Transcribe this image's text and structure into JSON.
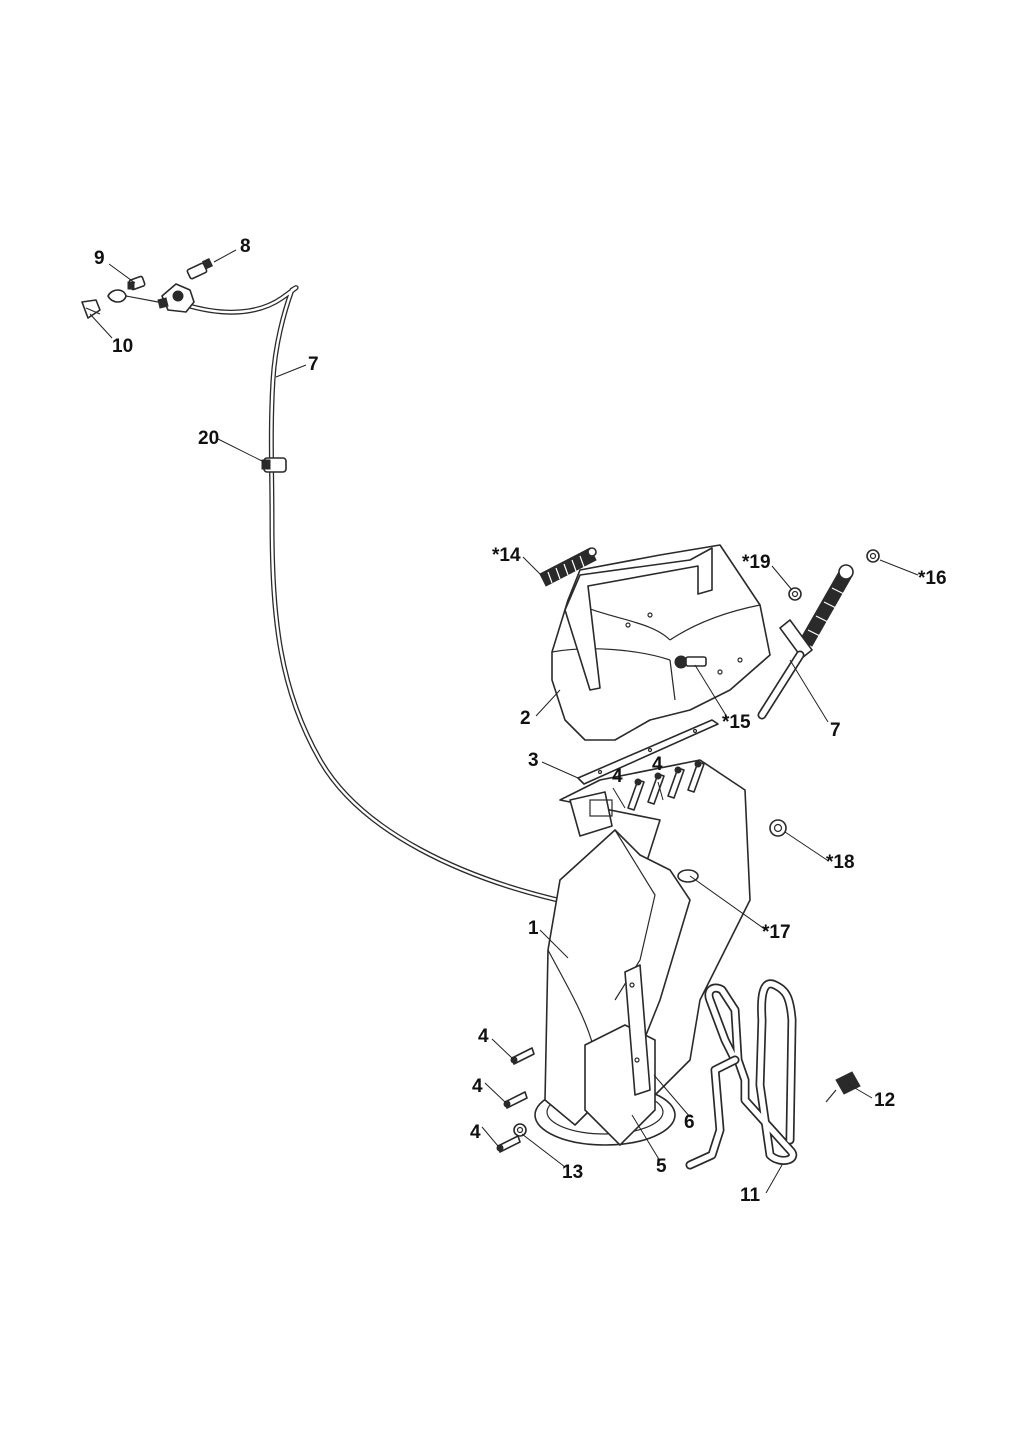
{
  "callouts": [
    {
      "id": "c9",
      "text": "9"
    },
    {
      "id": "c8",
      "text": "8"
    },
    {
      "id": "c10",
      "text": "10"
    },
    {
      "id": "c7a",
      "text": "7"
    },
    {
      "id": "c20",
      "text": "20"
    },
    {
      "id": "c14",
      "text": "*14"
    },
    {
      "id": "c19",
      "text": "*19"
    },
    {
      "id": "c16",
      "text": "*16"
    },
    {
      "id": "c2",
      "text": "2"
    },
    {
      "id": "c15",
      "text": "*15"
    },
    {
      "id": "c7b",
      "text": "7"
    },
    {
      "id": "c3",
      "text": "3"
    },
    {
      "id": "c4a",
      "text": "4"
    },
    {
      "id": "c4b",
      "text": "4"
    },
    {
      "id": "c18",
      "text": "*18"
    },
    {
      "id": "c17",
      "text": "*17"
    },
    {
      "id": "c1",
      "text": "1"
    },
    {
      "id": "c4c",
      "text": "4"
    },
    {
      "id": "c4d",
      "text": "4"
    },
    {
      "id": "c4e",
      "text": "4"
    },
    {
      "id": "c12",
      "text": "12"
    },
    {
      "id": "c6",
      "text": "6"
    },
    {
      "id": "c13",
      "text": "13"
    },
    {
      "id": "c5",
      "text": "5"
    },
    {
      "id": "c11",
      "text": "11"
    }
  ]
}
